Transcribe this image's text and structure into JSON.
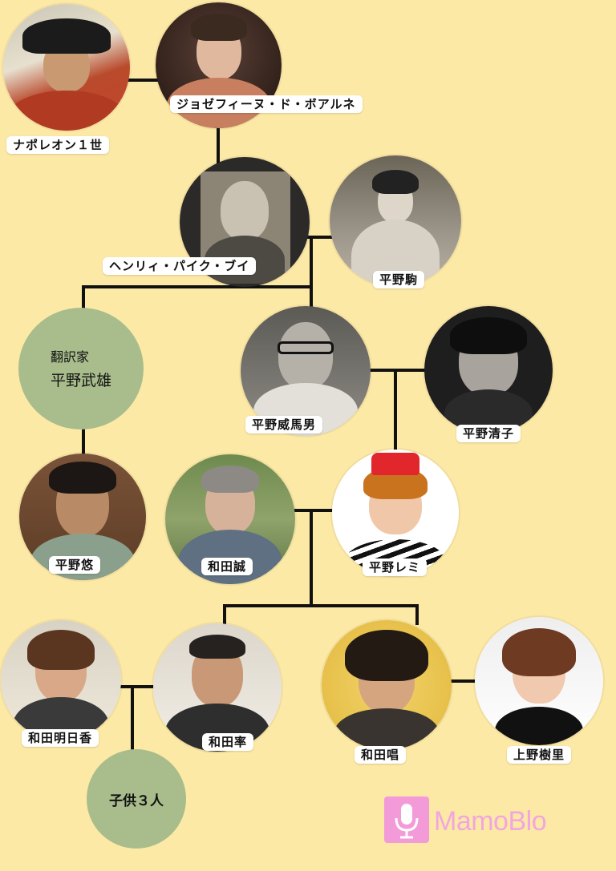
{
  "colors": {
    "background": "#fde9a6",
    "green_circle": "#a9bd8c",
    "label_bg": "#ffffff",
    "logo_pink": "#f39ad8"
  },
  "people": {
    "napoleon": "ナポレオン１世",
    "josephine": "ジョゼフィーヌ・ド・ボアルネ",
    "henry": "ヘンリィ・パイク・ブイ",
    "koma": "平野駒",
    "takeo_role": "翻訳家",
    "takeo": "平野武雄",
    "imao": "平野威馬男",
    "kiyoko": "平野清子",
    "yu": "平野悠",
    "makoto": "和田誠",
    "remi": "平野レミ",
    "asuka": "和田明日香",
    "ritsu": "和田率",
    "sho": "和田唱",
    "juri": "上野樹里",
    "children": "子供３人"
  },
  "logo": {
    "text": "MamoBlo",
    "icon": "microphone-icon"
  }
}
